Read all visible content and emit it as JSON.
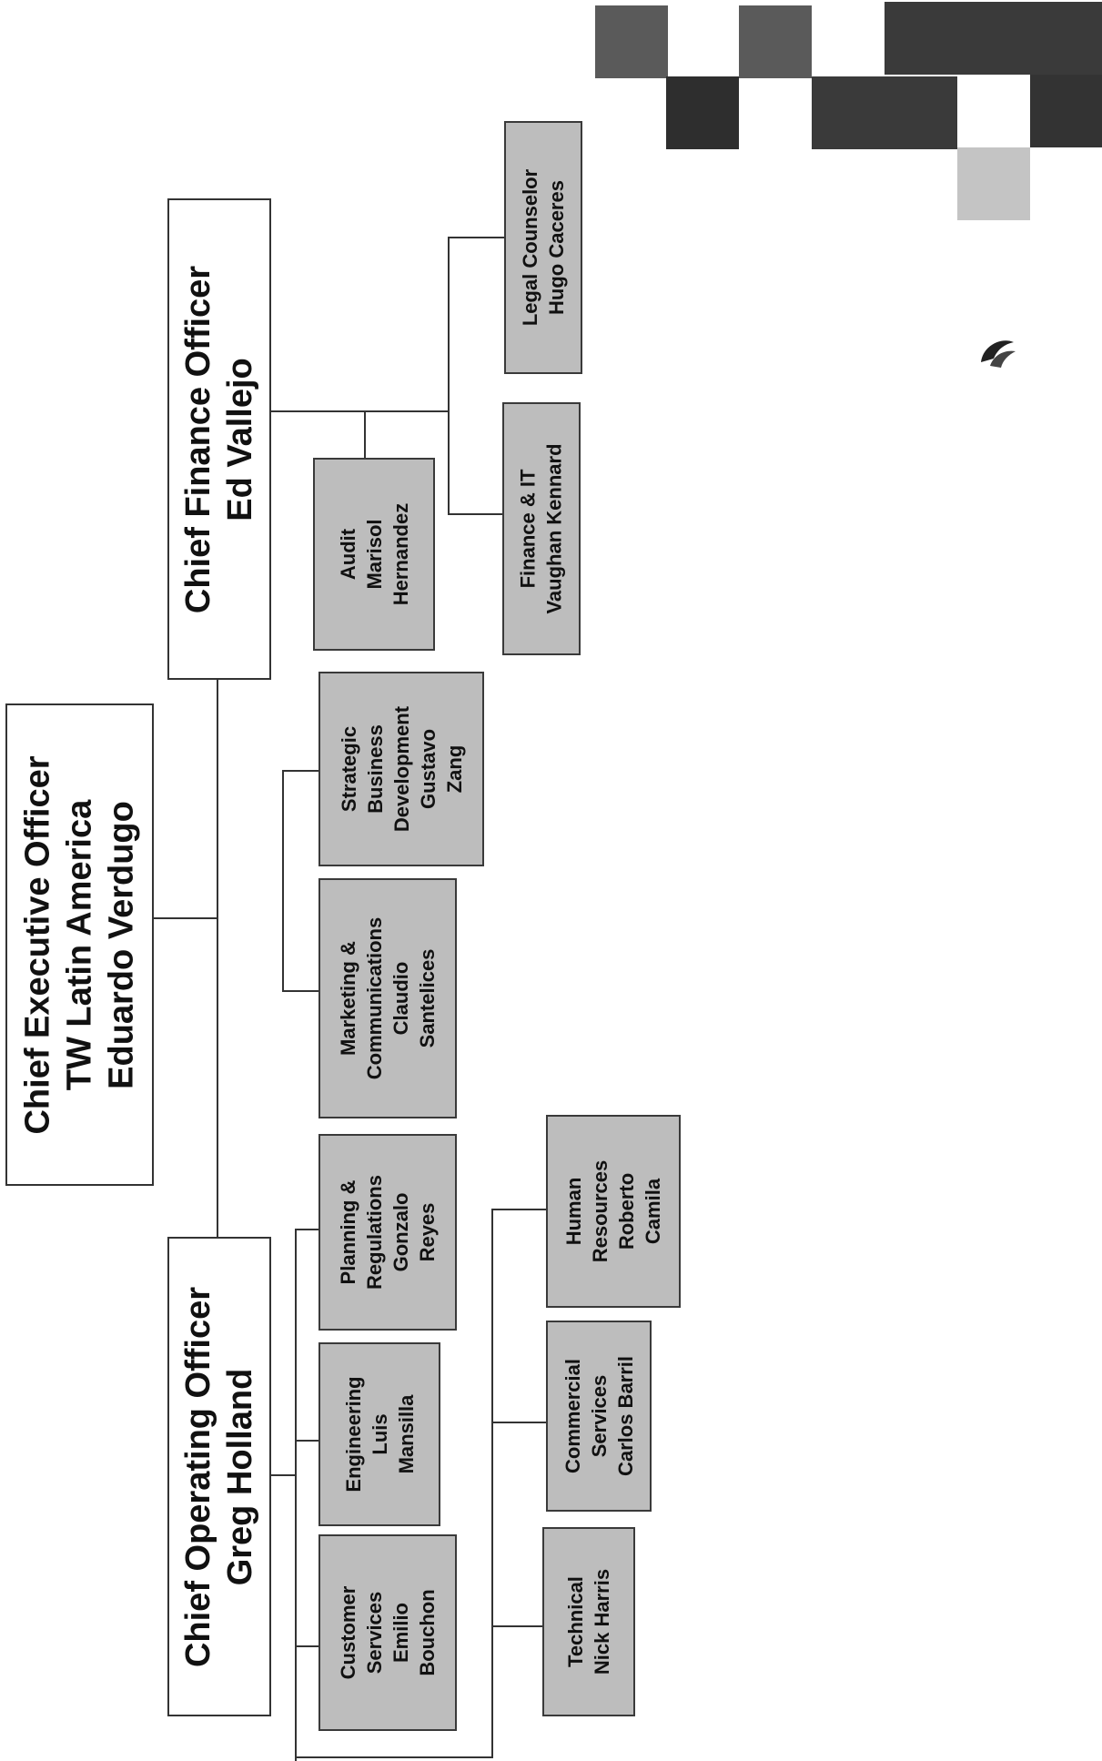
{
  "chart": {
    "ceo": {
      "lines": [
        "Chief Executive Officer",
        "TW Latin America",
        "Eduardo Verdugo"
      ]
    },
    "coo": {
      "lines": [
        "Chief Operating Officer",
        "Greg Holland"
      ]
    },
    "cfo": {
      "lines": [
        "Chief Finance Officer",
        "Ed Vallejo"
      ]
    },
    "departments": {
      "customer_services": [
        "Customer",
        "Services",
        "Emilio",
        "Bouchon"
      ],
      "engineering": [
        "Engineering",
        "Luis",
        "Mansilla"
      ],
      "planning": [
        "Planning &",
        "Regulations",
        "Gonzalo",
        "Reyes"
      ],
      "marketing": [
        "Marketing &",
        "Communications",
        "Claudio",
        "Santelices"
      ],
      "strategic": [
        "Strategic",
        "Business",
        "Development",
        "Gustavo",
        "Zang"
      ],
      "technical": [
        "Technical",
        "Nick Harris"
      ],
      "commercial": [
        "Commercial",
        "Services",
        "Carlos Barril"
      ],
      "hr": [
        "Human",
        "Resources",
        "Roberto",
        "Camila"
      ],
      "audit": [
        "Audit",
        "Marisol",
        "Hernandez"
      ],
      "finance_it": [
        "Finance & IT",
        "Vaughan Kennard"
      ],
      "legal": [
        "Legal Counselor",
        "Hugo Caceres"
      ]
    }
  },
  "colors": {
    "box_fill": "#bdbdbd",
    "line": "#333333",
    "page": "#ffffff"
  }
}
